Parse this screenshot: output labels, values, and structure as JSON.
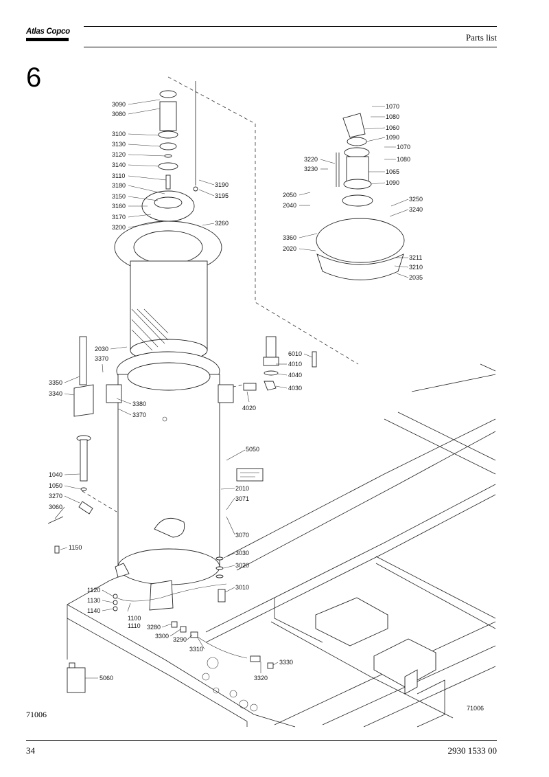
{
  "header": {
    "brand": "Atlas Copco",
    "title": "Parts list"
  },
  "section": {
    "number": "6"
  },
  "figure": {
    "code_left": "71006",
    "code_right": "71006",
    "labels": [
      {
        "text": "3090"
      },
      {
        "text": "3080"
      },
      {
        "text": "3100"
      },
      {
        "text": "3130"
      },
      {
        "text": "3120"
      },
      {
        "text": "3140"
      },
      {
        "text": "3110"
      },
      {
        "text": "3180"
      },
      {
        "text": "3150"
      },
      {
        "text": "3160"
      },
      {
        "text": "3170"
      },
      {
        "text": "3200"
      },
      {
        "text": "3190"
      },
      {
        "text": "3195"
      },
      {
        "text": "3260"
      },
      {
        "text": "1070"
      },
      {
        "text": "1080"
      },
      {
        "text": "1060"
      },
      {
        "text": "1090"
      },
      {
        "text": "1070"
      },
      {
        "text": "1080"
      },
      {
        "text": "3220"
      },
      {
        "text": "3230"
      },
      {
        "text": "1065"
      },
      {
        "text": "1090"
      },
      {
        "text": "2050"
      },
      {
        "text": "2040"
      },
      {
        "text": "3250"
      },
      {
        "text": "3240"
      },
      {
        "text": "3360"
      },
      {
        "text": "2020"
      },
      {
        "text": "3211"
      },
      {
        "text": "3210"
      },
      {
        "text": "2035"
      },
      {
        "text": "2030"
      },
      {
        "text": "3370"
      },
      {
        "text": "6010"
      },
      {
        "text": "4010"
      },
      {
        "text": "4040"
      },
      {
        "text": "4030"
      },
      {
        "text": "3350"
      },
      {
        "text": "3340"
      },
      {
        "text": "3380"
      },
      {
        "text": "3370"
      },
      {
        "text": "4020"
      },
      {
        "text": "5050"
      },
      {
        "text": "1040"
      },
      {
        "text": "1050"
      },
      {
        "text": "2010"
      },
      {
        "text": "3270"
      },
      {
        "text": "3071"
      },
      {
        "text": "3060"
      },
      {
        "text": "3070"
      },
      {
        "text": "1150"
      },
      {
        "text": "3030"
      },
      {
        "text": "3020"
      },
      {
        "text": "3010"
      },
      {
        "text": "1120"
      },
      {
        "text": "1130"
      },
      {
        "text": "1140"
      },
      {
        "text": "1100"
      },
      {
        "text": "1110"
      },
      {
        "text": "3280"
      },
      {
        "text": "3300"
      },
      {
        "text": "3290"
      },
      {
        "text": "3310"
      },
      {
        "text": "3330"
      },
      {
        "text": "3320"
      },
      {
        "text": "5060"
      }
    ]
  },
  "footer": {
    "page_number": "34",
    "document_number": "2930 1533 00"
  }
}
